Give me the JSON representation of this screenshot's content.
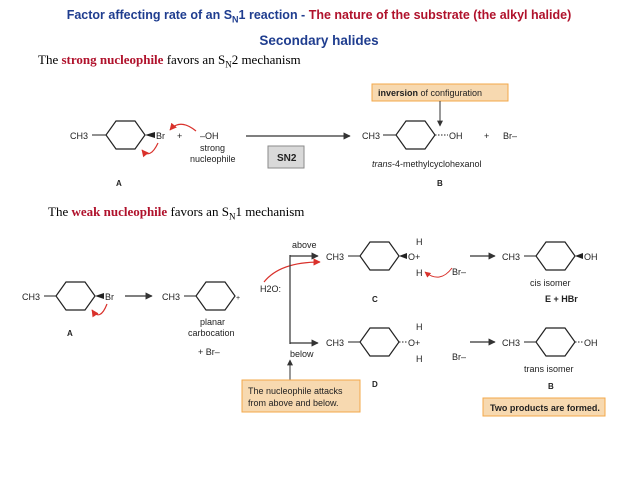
{
  "header": {
    "title_blue": "Factor affecting rate of an S",
    "title_blue_sub": "N",
    "title_blue_end": "1 reaction -",
    "title_red": "The nature of the substrate (the alkyl halide)",
    "subtitle": "Secondary halides"
  },
  "line1": {
    "pre": "The ",
    "highlight": "strong nucleophile",
    "mid": " favors an S",
    "sub": "N",
    "post": "2 mechanism"
  },
  "line2": {
    "pre": "The ",
    "highlight": "weak nucleophile",
    "mid": " favors an S",
    "sub": "N",
    "post": "1 mechanism"
  },
  "sn2": {
    "ch3": "CH3",
    "br": "Br",
    "plus1": "+",
    "oh_reagent": "–OH",
    "strong": "strong",
    "nucleophile": "nucleophile",
    "badge": "SN2",
    "label_A": "A",
    "product_oh": "OH",
    "plus2": "+",
    "br_minus": "Br–",
    "inversion_bold": "inversion",
    "inversion_rest": " of configuration",
    "product_name_italic": "trans",
    "product_name_rest": "-4-methylcyclohexanol",
    "label_B": "B"
  },
  "sn1": {
    "ch3": "CH3",
    "br": "Br",
    "label_A": "A",
    "planar": "planar",
    "carbocation": "carbocation",
    "plus_br": "+ Br–",
    "water": "H2O:",
    "above": "above",
    "below": "below",
    "oxonium_top": "O+",
    "h": "H",
    "br_minus": "Br–",
    "label_C": "C",
    "label_D": "D",
    "oh": "OH",
    "cis": "cis isomer",
    "trans": "trans isomer",
    "plus_hbr": "E  +  HBr",
    "label_B": "B",
    "nuc_note_1": "The nucleophile attacks",
    "nuc_note_2": "from above and below.",
    "two_products": "Two products are formed."
  },
  "colors": {
    "title_blue": "#1f3d8f",
    "title_red": "#b0122c",
    "box_fill": "#f7d9b0",
    "box_stroke": "#f3a84a",
    "badge_fill": "#d9d9d9",
    "arrow_red": "#d9312b"
  }
}
